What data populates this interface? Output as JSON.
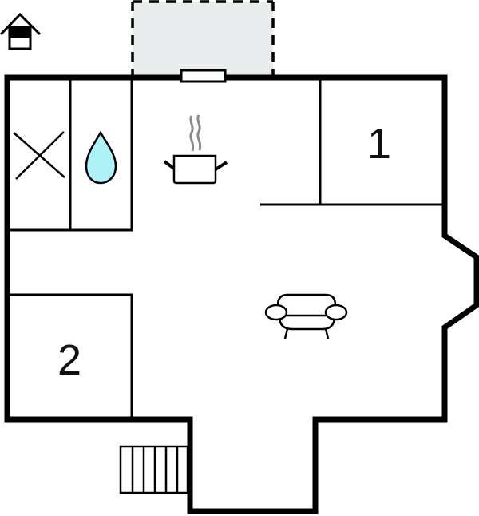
{
  "floorplan": {
    "colors": {
      "wall": "#000000",
      "terrace_fill": "#e8ecec",
      "water_drop": "#aef3f8",
      "steam": "#8a8a8a",
      "background": "#ffffff"
    },
    "rooms": [
      {
        "id": "bedroom-1",
        "label": "1"
      },
      {
        "id": "bedroom-2",
        "label": "2"
      }
    ],
    "icons": [
      {
        "name": "house-floor-icon",
        "meaning": "ground floor indicator"
      },
      {
        "name": "toilet-x-icon",
        "meaning": "toilet"
      },
      {
        "name": "water-drop-icon",
        "meaning": "shower/bathroom"
      },
      {
        "name": "cooking-pot-icon",
        "meaning": "kitchen"
      },
      {
        "name": "sofa-icon",
        "meaning": "living room"
      },
      {
        "name": "stairs-icon",
        "meaning": "stairs"
      },
      {
        "name": "window-icon",
        "meaning": "window"
      },
      {
        "name": "terrace-area",
        "meaning": "terrace"
      }
    ]
  }
}
